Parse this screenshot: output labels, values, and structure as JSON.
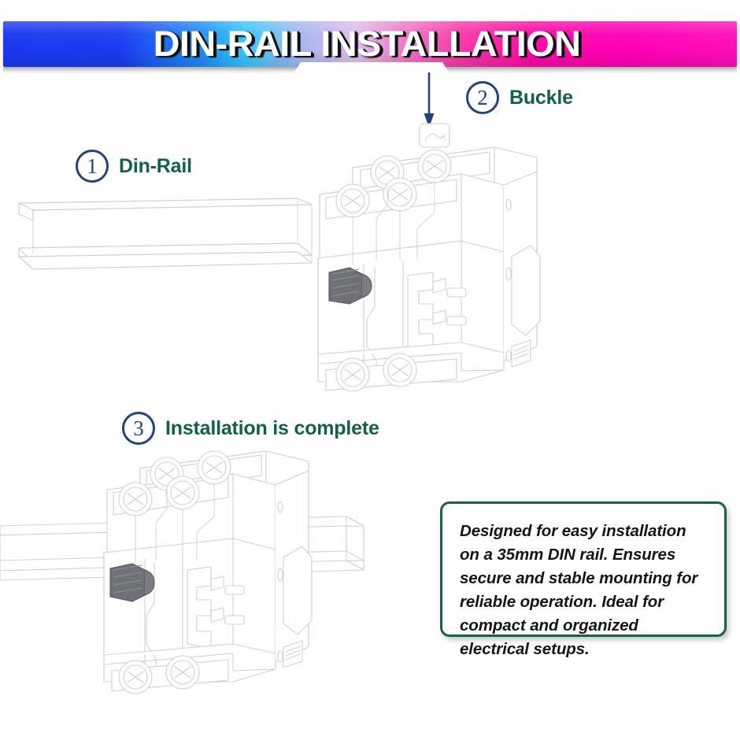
{
  "header": {
    "title": "DIN-RAIL INSTALLATION",
    "gradient_start": "#1a37ef",
    "gradient_mid": "#dcc0e8",
    "gradient_end": "#ff00b4"
  },
  "theme": {
    "number_circle_color": "#24427c",
    "step_text_color": "#12604a",
    "box_border_color": "#16614b",
    "line_art_color": "#c9ccd2",
    "lever_color": "#6d7075",
    "arrow_color": "#24427c",
    "background": "#ffffff"
  },
  "steps": [
    {
      "number": "1",
      "label": "Din-Rail",
      "art": "din-rail-profile"
    },
    {
      "number": "2",
      "label": "Buckle",
      "art": "circuit-breaker-with-buckle",
      "arrow": "down-arrow-to-buckle"
    },
    {
      "number": "3",
      "label": "Installation is complete",
      "art": "circuit-breaker-mounted-on-rail"
    }
  ],
  "description": {
    "text": "Designed for easy installation on a 35mm DIN rail. Ensures secure and stable mounting for reliable operation. Ideal for compact and organized electrical setups."
  }
}
